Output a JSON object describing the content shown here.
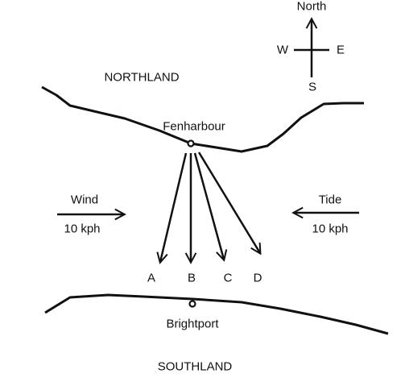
{
  "regions": {
    "north": "NORTHLAND",
    "south": "SOUTHLAND"
  },
  "ports": {
    "origin": "Fenharbour",
    "destination": "Brightport"
  },
  "compass": {
    "north": "North",
    "west": "W",
    "east": "E",
    "south": "S"
  },
  "wind": {
    "label": "Wind",
    "speed": "10 kph"
  },
  "tide": {
    "label": "Tide",
    "speed": "10 kph"
  },
  "routes": [
    "A",
    "B",
    "C",
    "D"
  ],
  "colors": {
    "ink": "#111111",
    "background": "#ffffff"
  }
}
